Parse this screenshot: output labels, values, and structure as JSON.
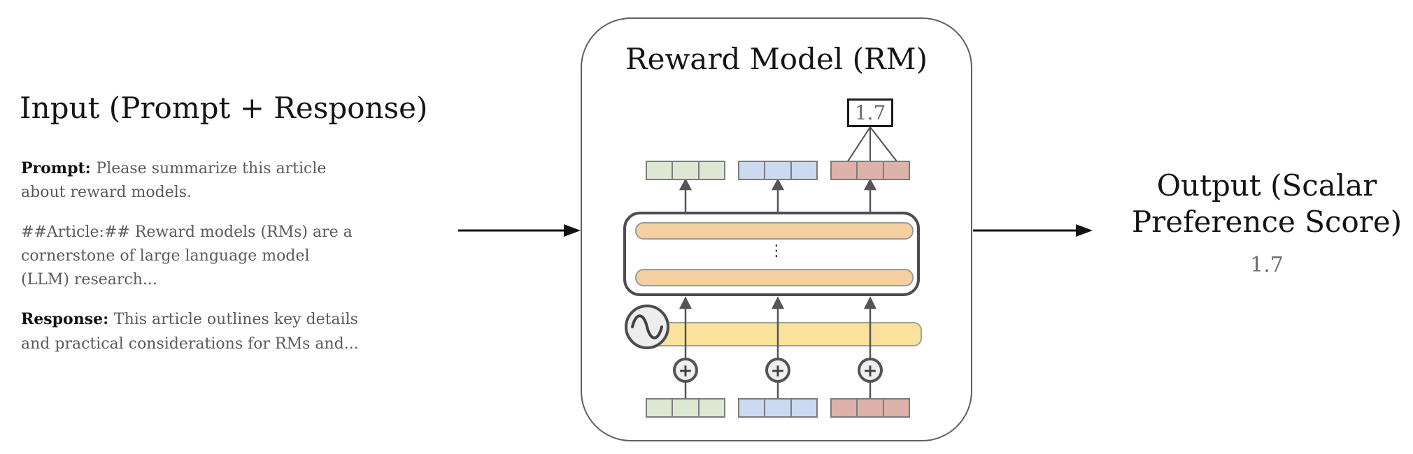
{
  "input_panel": {
    "title": "Input (Prompt + Response)",
    "paragraphs": [
      {
        "label": "Prompt: ",
        "text": "Please summarize this article about reward models."
      },
      {
        "label": "",
        "text": "##Article:## Reward models (RMs) are a cornerstone of large language model (LLM) research..."
      },
      {
        "label": "Response: ",
        "text": "This article outlines key details and practical considerations for RMs and..."
      }
    ]
  },
  "model_panel": {
    "title": "Reward Model (RM)",
    "score_box_value": "1.7"
  },
  "output_panel": {
    "title": "Output (Scalar Preference Score)",
    "score": "1.7"
  },
  "icons": {
    "plus": "+",
    "vertical_ellipsis": "⋮",
    "sine_wave": "sine-wave"
  },
  "colors": {
    "token_green": "#dce8d2",
    "token_blue": "#cbd9f1",
    "token_red": "#dcb2a9",
    "layer_orange": "#f6cfa0",
    "embedding_yellow": "#fae29d",
    "node_gray": "#efefef",
    "connector_gray": "#555555",
    "arrow_black": "#111111",
    "text_gray": "#5a5a5a"
  }
}
